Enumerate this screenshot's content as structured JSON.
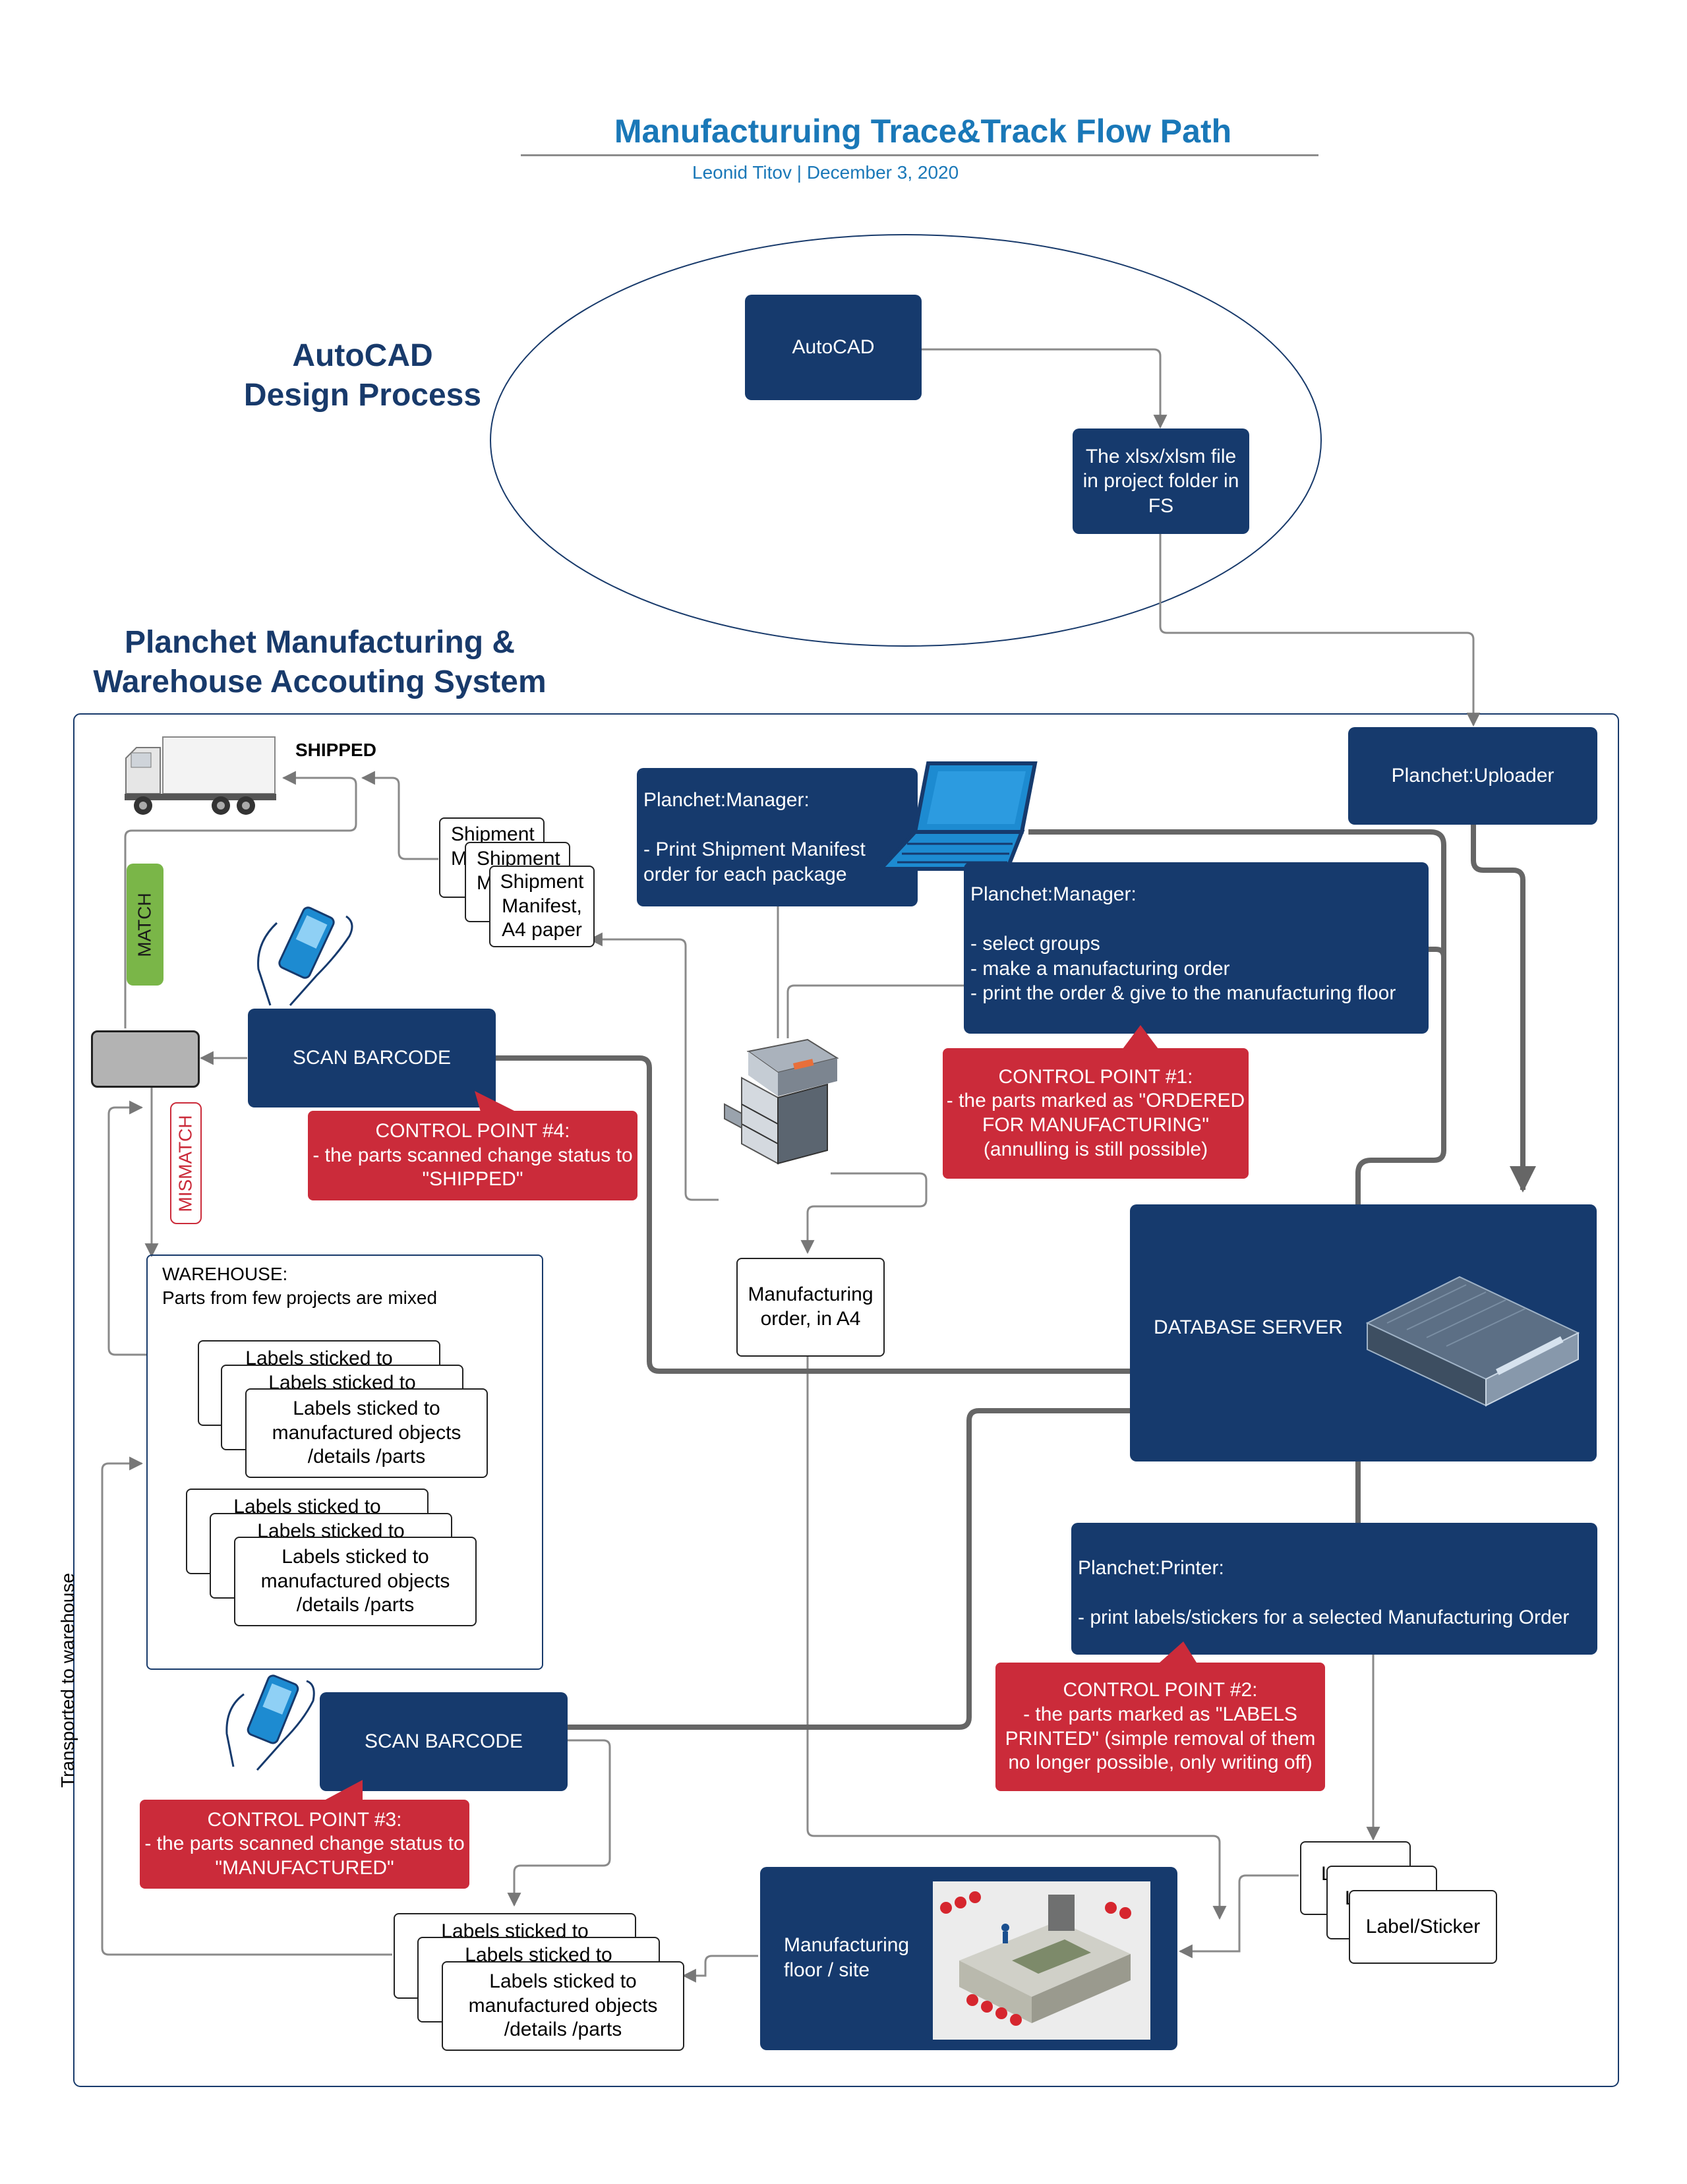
{
  "header": {
    "title": "Manufacturuing Trace&Track Flow Path",
    "subtitle": "Leonid Titov  |  December 3, 2020"
  },
  "sections": {
    "autocad": "AutoCAD\nDesign Process",
    "planchet": "Planchet Manufacturing &\nWarehouse Accouting System"
  },
  "nodes": {
    "autocad": "AutoCAD",
    "xlsx_file": "The xlsx/xlsm file in project folder in FS",
    "uploader": "Planchet:Uploader",
    "manager_print": "Planchet:Manager:\n\n- Print Shipment Manifest order for each package",
    "manager_order": "Planchet:Manager:\n\n- select groups\n- make a manufacturing order\n- print the order & give to the manufacturing floor",
    "database": "DATABASE SERVER",
    "printer": "Planchet:Printer:\n\n- print labels/stickers for a selected Manufacturing Order",
    "scan_top": "SCAN BARCODE",
    "scan_bottom": "SCAN BARCODE",
    "manufacturing_floor": "Manufacturing floor / site",
    "manufacturing_order_doc": "Manufacturing order, in A4",
    "shipped": "SHIPPED",
    "warehouse": "WAREHOUSE:\nParts from few projects are mixed"
  },
  "control_points": {
    "cp1": "CONTROL POINT #1:\n- the parts marked as \"ORDERED FOR MANUFACTURING\"\n(annulling is still possible)",
    "cp2": "CONTROL POINT #2:\n- the parts marked as \"LABELS PRINTED\" (simple removal of them no longer possible, only writing off)",
    "cp3": "CONTROL POINT #3:\n- the parts scanned change status to \"MANUFACTURED\"",
    "cp4": "CONTROL POINT #4:\n- the parts scanned change status to \"SHIPPED\""
  },
  "documents": {
    "manifest_back1": "Shipment M A",
    "manifest_back2": "Shipment M A",
    "manifest_front": "Shipment Manifest, A4 paper",
    "labels_back": "Labels sticked to",
    "labels_front": "Labels sticked to manufactured objects /details /parts",
    "sticker_back1": "L",
    "sticker_back2": "L",
    "sticker_front": "Label/Sticker"
  },
  "tags": {
    "match": "MATCH",
    "mismatch": "MISMATCH",
    "transported": "Transported to warehouse"
  },
  "colors": {
    "navy": "#163a6d",
    "red": "#cb2b3a",
    "green": "#7ab648",
    "title_blue": "#1a78b8",
    "heading_blue": "#183a6b"
  },
  "icons": [
    "truck-icon",
    "laptop-icon",
    "copier-icon",
    "server-icon",
    "handheld-scanner-icon",
    "factory-icon",
    "scanner-station-icon"
  ]
}
